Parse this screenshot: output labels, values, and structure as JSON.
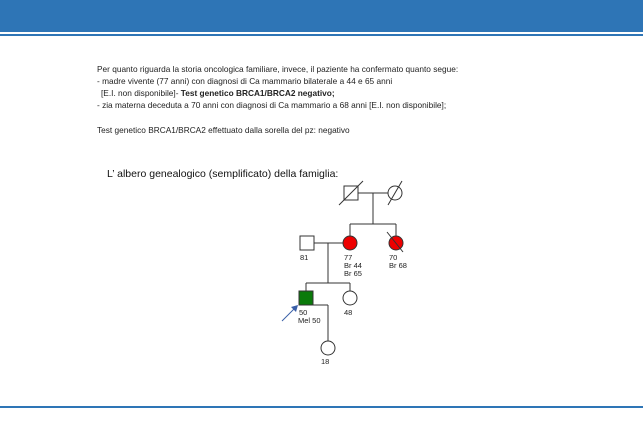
{
  "header": {
    "bar_color": "#2e75b6"
  },
  "history": {
    "intro": "Per quanto riguarda la storia oncologica familiare, invece, il paziente ha confermato quanto segue:",
    "line1": "- madre vivente (77 anni) con diagnosi di Ca mammario bilaterale a 44 e 65 anni",
    "line2_prefix": "[E.I. non disponibile]- ",
    "line2_bold": "Test genetico BRCA1/BRCA2  negativo;",
    "line3": "- zia materna deceduta a 70 anni con diagnosi di Ca mammario a 68 anni [E.I. non disponibile];",
    "test_line": "Test genetico BRCA1/BRCA2 effettuato dalla sorella del pz: negativo"
  },
  "tree": {
    "title": "L’ albero genealogico (semplificato) della famiglia:",
    "colors": {
      "affected_female": "#ee0000",
      "proband": "#0a7a0a",
      "arrow": "#3a5fa8"
    },
    "members": {
      "father": {
        "label1": "81"
      },
      "mother": {
        "label1": "77",
        "label2": "Br 44",
        "label3": "Br 65"
      },
      "aunt": {
        "label1": "70",
        "label2": "Br 68"
      },
      "proband": {
        "label1": "50",
        "label2": "Mel 50"
      },
      "sister": {
        "label1": "48"
      },
      "daughter": {
        "label1": "18"
      }
    }
  }
}
